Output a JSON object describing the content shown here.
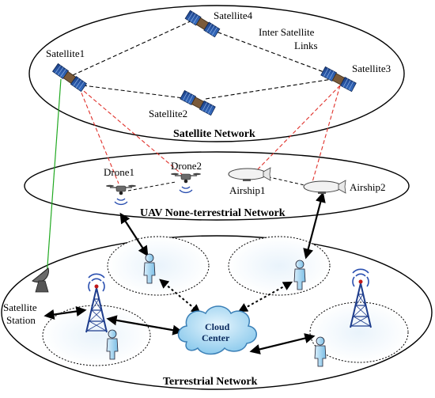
{
  "satellite_layer": {
    "title": "Satellite Network",
    "satellites": [
      "Satellite1",
      "Satellite2",
      "Satellite3",
      "Satellite4"
    ],
    "isl_label_line1": "Inter Satellite",
    "isl_label_line2": "Links"
  },
  "uav_layer": {
    "title": "UAV None-terrestrial Network",
    "drones": [
      "Drone1",
      "Drone2"
    ],
    "airships": [
      "Airship1",
      "Airship2"
    ]
  },
  "terrestrial_layer": {
    "title": "Terrestrial Network",
    "station_line1": "Satellite",
    "station_line2": "Station",
    "cloud_line1": "Cloud",
    "cloud_line2": "Center"
  },
  "colors": {
    "isl_link": "#000000",
    "sat_to_air_link": "#e0312b",
    "ground_sat_link": "#22aa22",
    "cloud": "#b3dcf2",
    "user": "#9ad0ee",
    "tower": "#1d3c8c",
    "signal": "#2a4fb0"
  }
}
